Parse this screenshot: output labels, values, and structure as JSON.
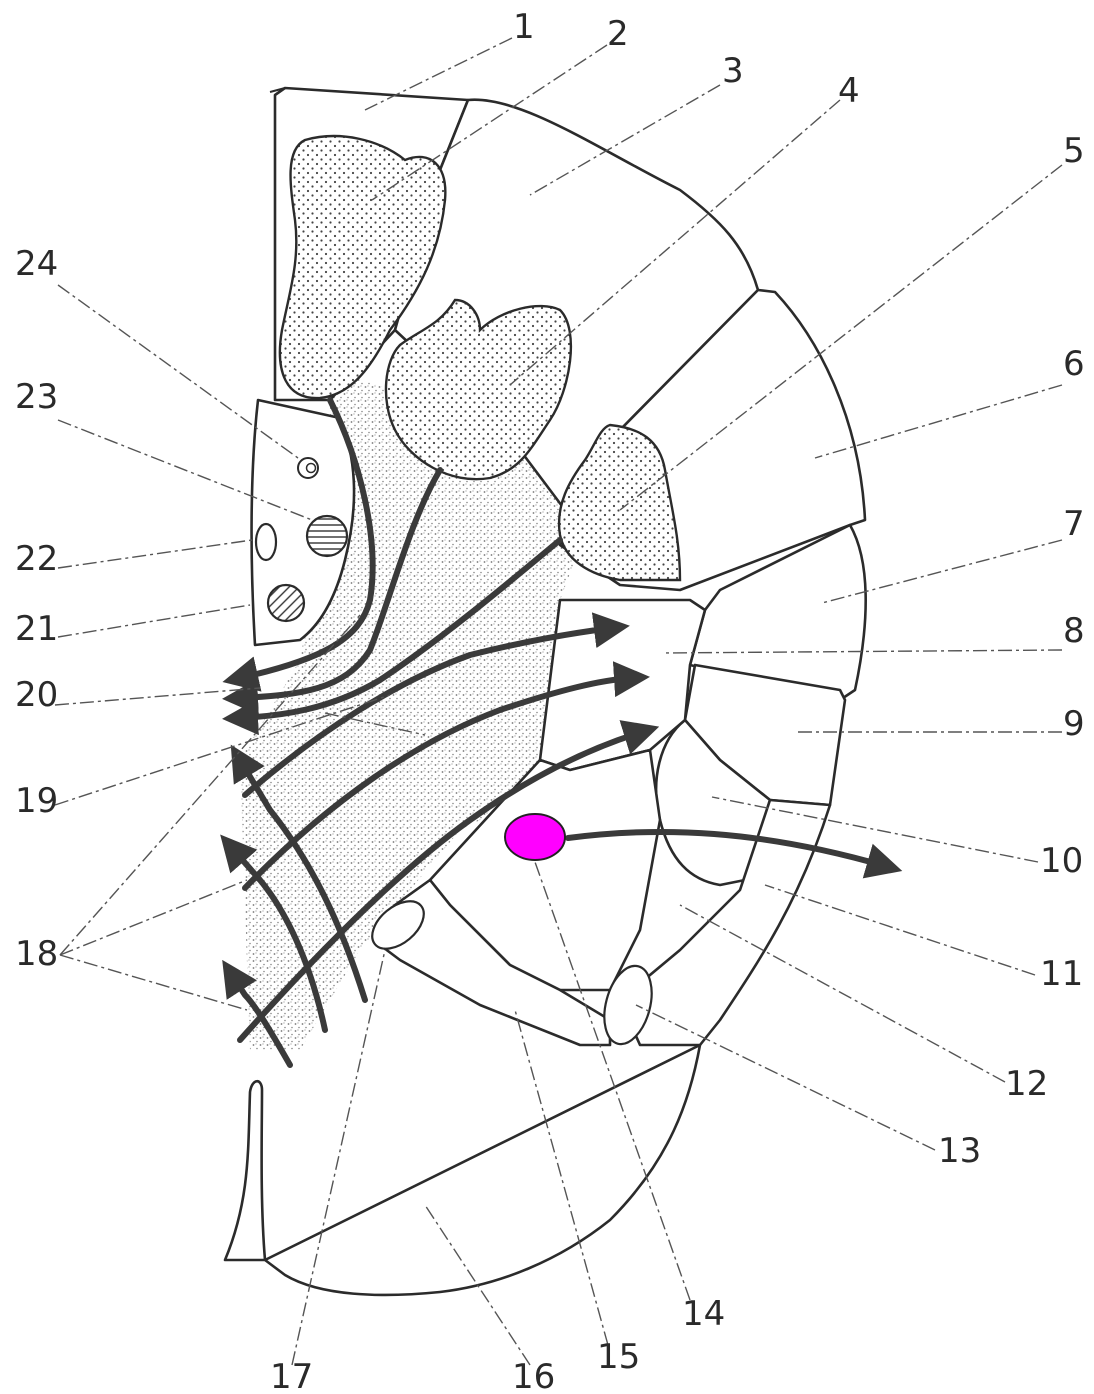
{
  "labels": [
    {
      "id": "1",
      "text": "1"
    },
    {
      "id": "2",
      "text": "2"
    },
    {
      "id": "3",
      "text": "3"
    },
    {
      "id": "4",
      "text": "4"
    },
    {
      "id": "5",
      "text": "5"
    },
    {
      "id": "6",
      "text": "6"
    },
    {
      "id": "7",
      "text": "7"
    },
    {
      "id": "8",
      "text": "8"
    },
    {
      "id": "9",
      "text": "9"
    },
    {
      "id": "10",
      "text": "10"
    },
    {
      "id": "11",
      "text": "11"
    },
    {
      "id": "12",
      "text": "12"
    },
    {
      "id": "13",
      "text": "13"
    },
    {
      "id": "14",
      "text": "14"
    },
    {
      "id": "15",
      "text": "15"
    },
    {
      "id": "16",
      "text": "16"
    },
    {
      "id": "17",
      "text": "17"
    },
    {
      "id": "18",
      "text": "18"
    },
    {
      "id": "19",
      "text": "19"
    },
    {
      "id": "20",
      "text": "20"
    },
    {
      "id": "21",
      "text": "21"
    },
    {
      "id": "22",
      "text": "22"
    },
    {
      "id": "23",
      "text": "23"
    },
    {
      "id": "24",
      "text": "24"
    }
  ],
  "colors": {
    "line": "#2b2b2b",
    "highlight_marker": "#ff00ff"
  }
}
